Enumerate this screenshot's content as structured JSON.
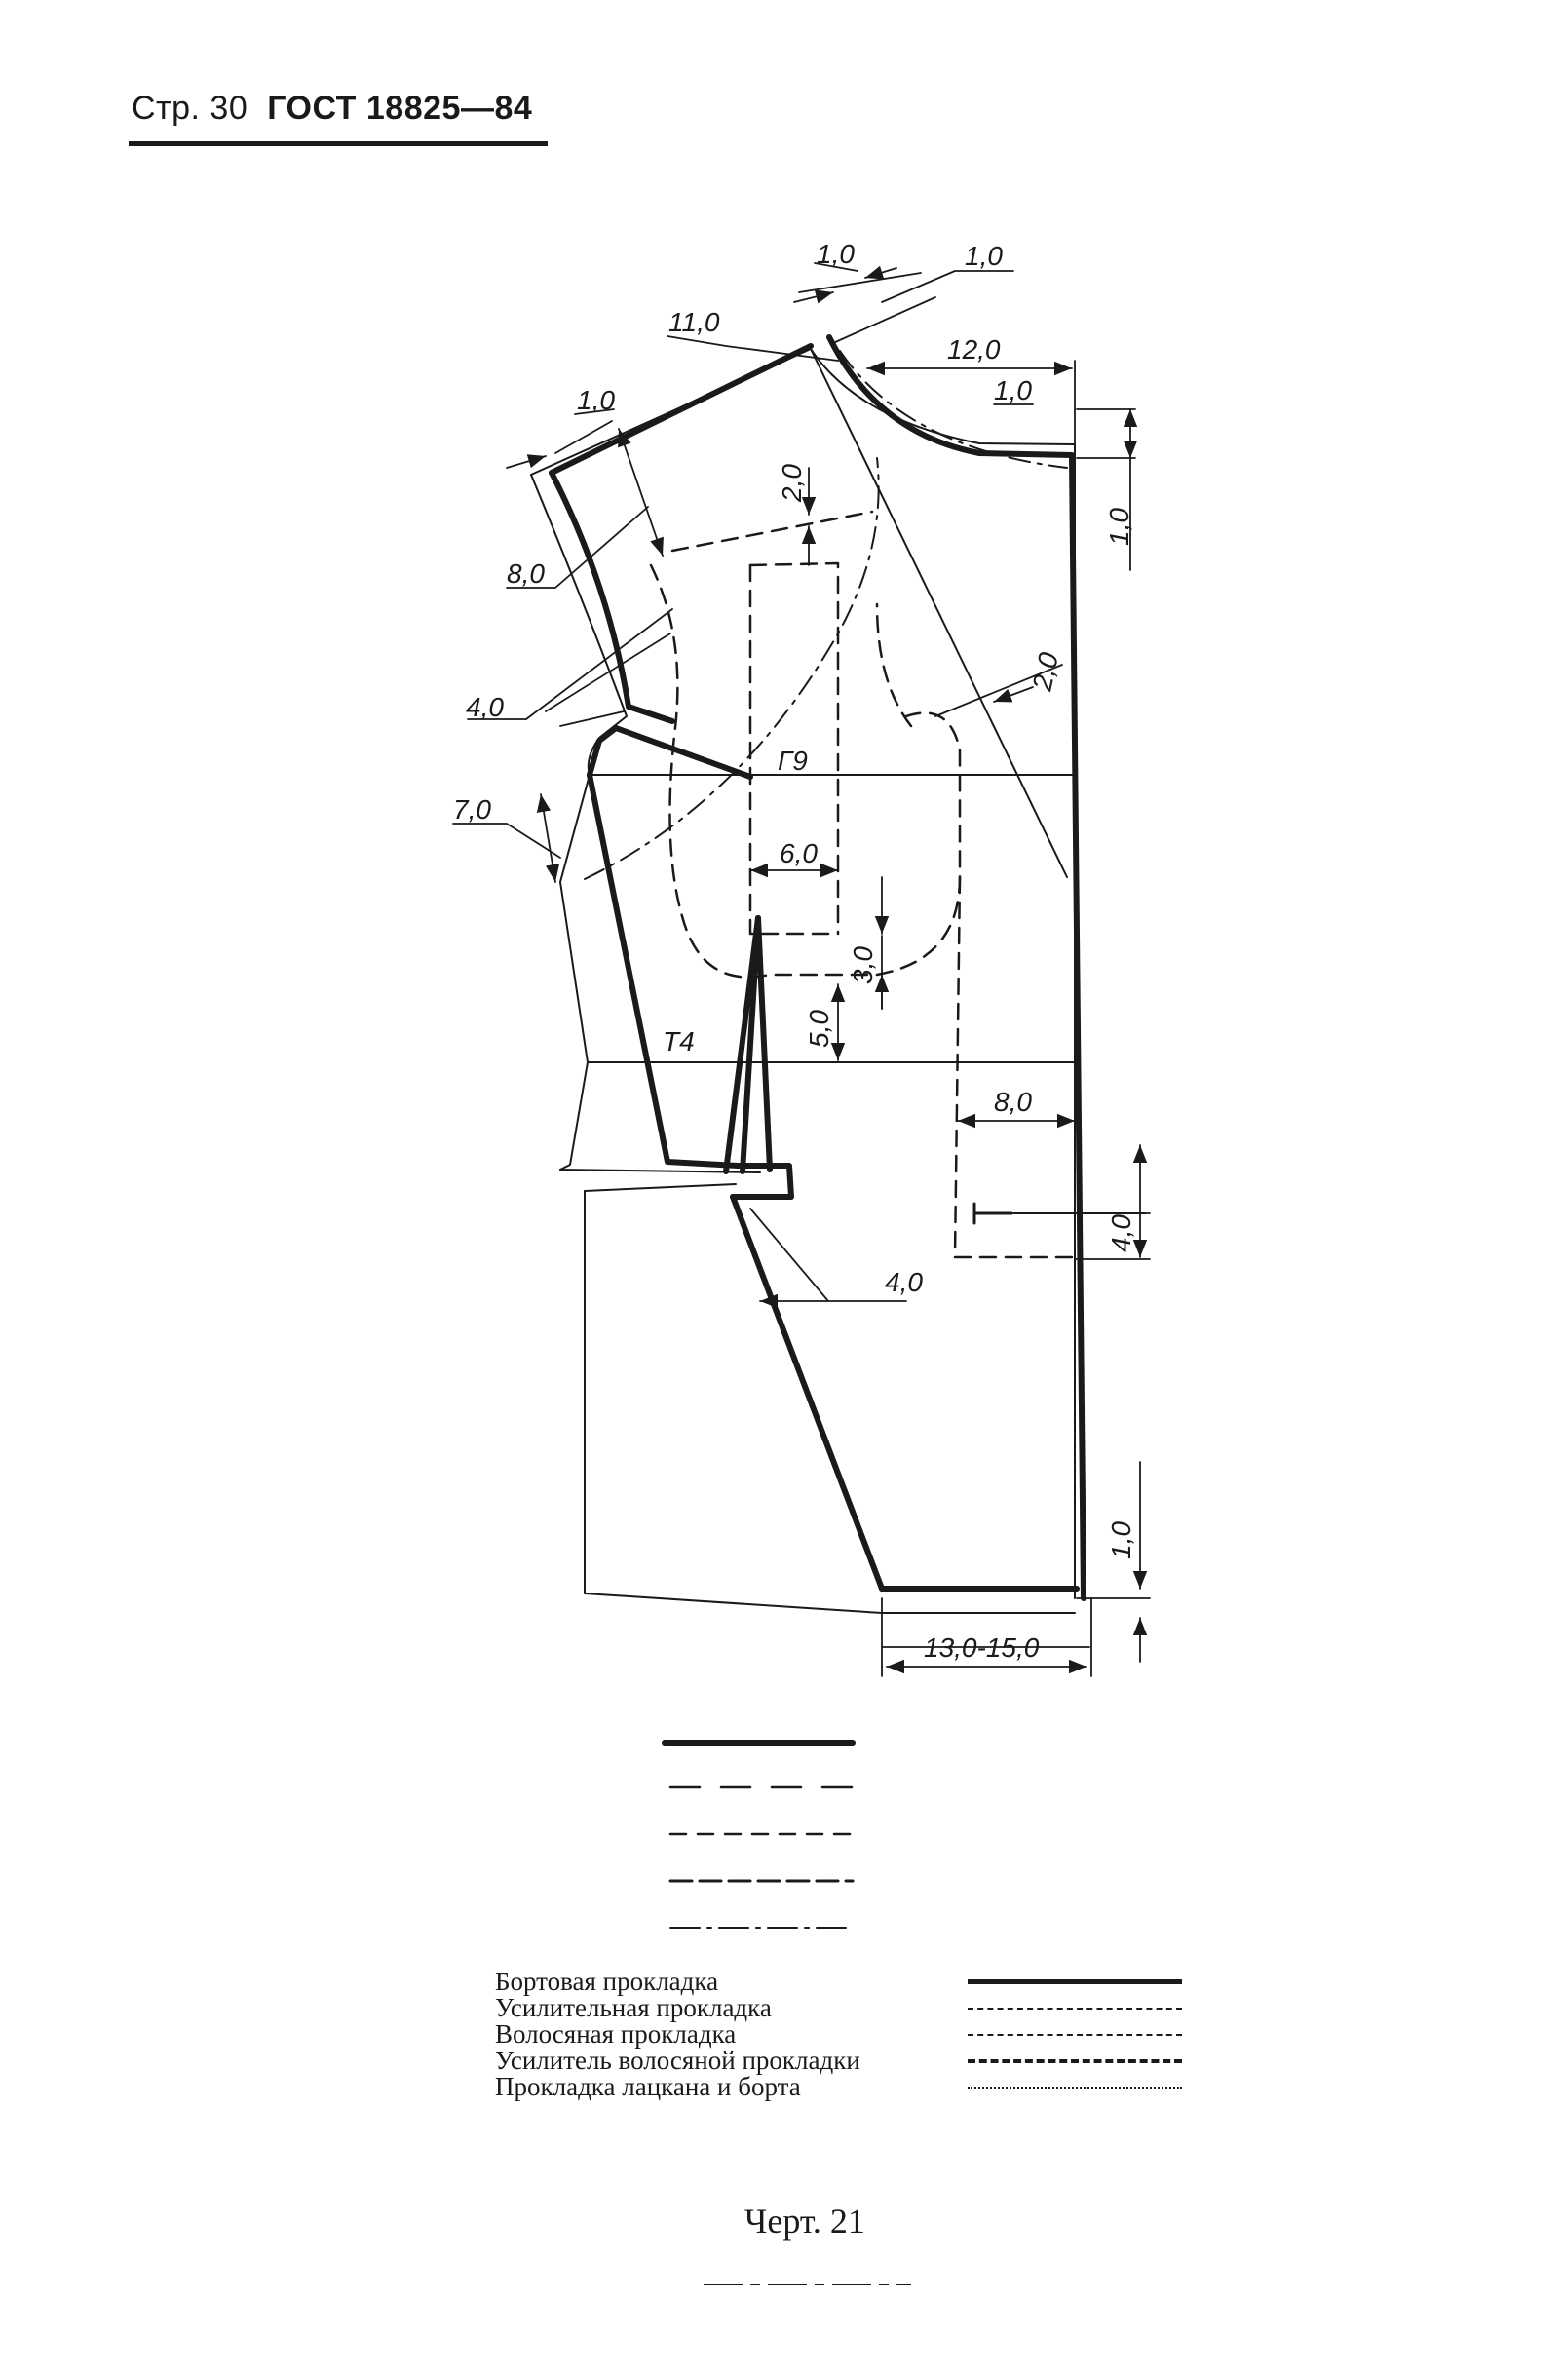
{
  "header": {
    "page": "Стр. 30",
    "standard": "ГОСТ 18825—84"
  },
  "drawing": {
    "points": {
      "g": "Г9",
      "t": "Т4"
    },
    "dimensions": {
      "shoulder_top": "1,0",
      "top_right": "1,0",
      "shoulder": "11,0",
      "neck_width": "12,0",
      "neck_drop_label": "1,0",
      "neck_drop_vertical": "1,0",
      "left_shoulder_offset": "1,0",
      "chest_inset": "2,0",
      "armhole": "8,0",
      "armhole_lower": "4,0",
      "side": "7,0",
      "lapel_offset": "2,0",
      "pocket_width": "6,0",
      "pocket_drop": "3,0",
      "waist_drop": "5,0",
      "front_width": "8,0",
      "front_height": "4,0",
      "dart": "4,0",
      "hem_offset": "1,0",
      "hem_width": "13,0-15,0"
    },
    "colors": {
      "ink": "#1a1a1a",
      "paper": "#ffffff"
    }
  },
  "legend": {
    "items": [
      {
        "label": "Бортовая прокладка",
        "style": "solid-thick"
      },
      {
        "label": "Усилительная прокладка",
        "style": "dash-long"
      },
      {
        "label": "Волосяная прокладка",
        "style": "dash-medium"
      },
      {
        "label": "Усилитель волосяной прокладки",
        "style": "dash-thick"
      },
      {
        "label": "Прокладка лацкана и борта",
        "style": "dash-dot"
      }
    ]
  },
  "caption": "Черт. 21"
}
